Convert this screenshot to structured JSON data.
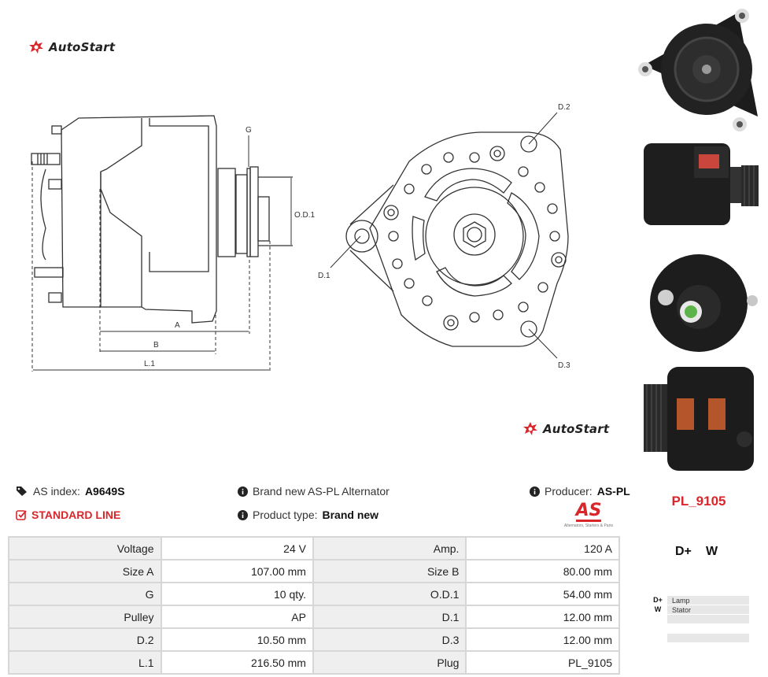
{
  "brand": {
    "name": "AutoStart"
  },
  "diagram": {
    "labels": {
      "g": "G",
      "od1": "O.D.1",
      "a": "A",
      "b": "B",
      "l1": "L.1",
      "d1": "D.1",
      "d2": "D.2",
      "d3": "D.3"
    }
  },
  "info": {
    "as_index_label": "AS index:",
    "as_index_value": "A9649S",
    "line": "STANDARD LINE",
    "description": "Brand new AS-PL Alternator",
    "product_type_label": "Product type:",
    "product_type_value": "Brand new",
    "producer_label": "Producer:",
    "producer_value": "AS-PL",
    "producer_logo_text": "AS",
    "producer_tagline": "Alternators, Starters & Parts"
  },
  "sidebar": {
    "part_code": "PL_9105",
    "terminals": [
      "D+",
      "W"
    ],
    "legend": [
      {
        "key": "D+",
        "value": "Lamp"
      },
      {
        "key": "W",
        "value": "Stator"
      }
    ]
  },
  "specs": [
    {
      "label1": "Voltage",
      "value1": "24 V",
      "label2": "Amp.",
      "value2": "120 A"
    },
    {
      "label1": "Size A",
      "value1": "107.00 mm",
      "label2": "Size B",
      "value2": "80.00 mm"
    },
    {
      "label1": "G",
      "value1": "10 qty.",
      "label2": "O.D.1",
      "value2": "54.00 mm"
    },
    {
      "label1": "Pulley",
      "value1": "AP",
      "label2": "D.1",
      "value2": "12.00 mm"
    },
    {
      "label1": "D.2",
      "value1": "10.50 mm",
      "label2": "D.3",
      "value2": "12.00 mm"
    },
    {
      "label1": "L.1",
      "value1": "216.50 mm",
      "label2": "Plug",
      "value2": "PL_9105"
    }
  ],
  "colors": {
    "accent": "#d9262b",
    "table_label_bg": "#efefef",
    "table_border": "#d7d7d7"
  }
}
